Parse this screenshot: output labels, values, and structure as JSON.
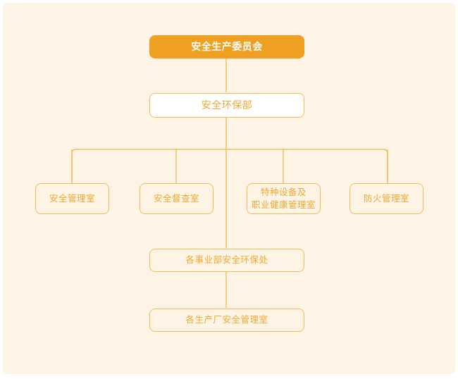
{
  "diagram": {
    "title_text": "安全生产委员会",
    "type": "org-chart",
    "background_color": "#fdf4e6",
    "accent_color": "#f0a020",
    "line_color": "#f2bb5c",
    "text_color": "#f0a830",
    "root": {
      "label": "安全生产委员会",
      "style": "filled-orange"
    },
    "level2": {
      "label": "安全环保部",
      "style": "white-fill"
    },
    "departments": [
      {
        "label": "安全管理室",
        "lines": [
          "安全管理室"
        ]
      },
      {
        "label": "安全督查室",
        "lines": [
          "安全督查室"
        ]
      },
      {
        "label": "特种设备及职业健康管理室",
        "lines": [
          "特种设备及",
          "职业健康管理室"
        ]
      },
      {
        "label": "防火管理室",
        "lines": [
          "防火管理室"
        ]
      }
    ],
    "level4": {
      "label": "各事业部安全环保处"
    },
    "level5": {
      "label": "各生产厂安全管理室"
    }
  }
}
